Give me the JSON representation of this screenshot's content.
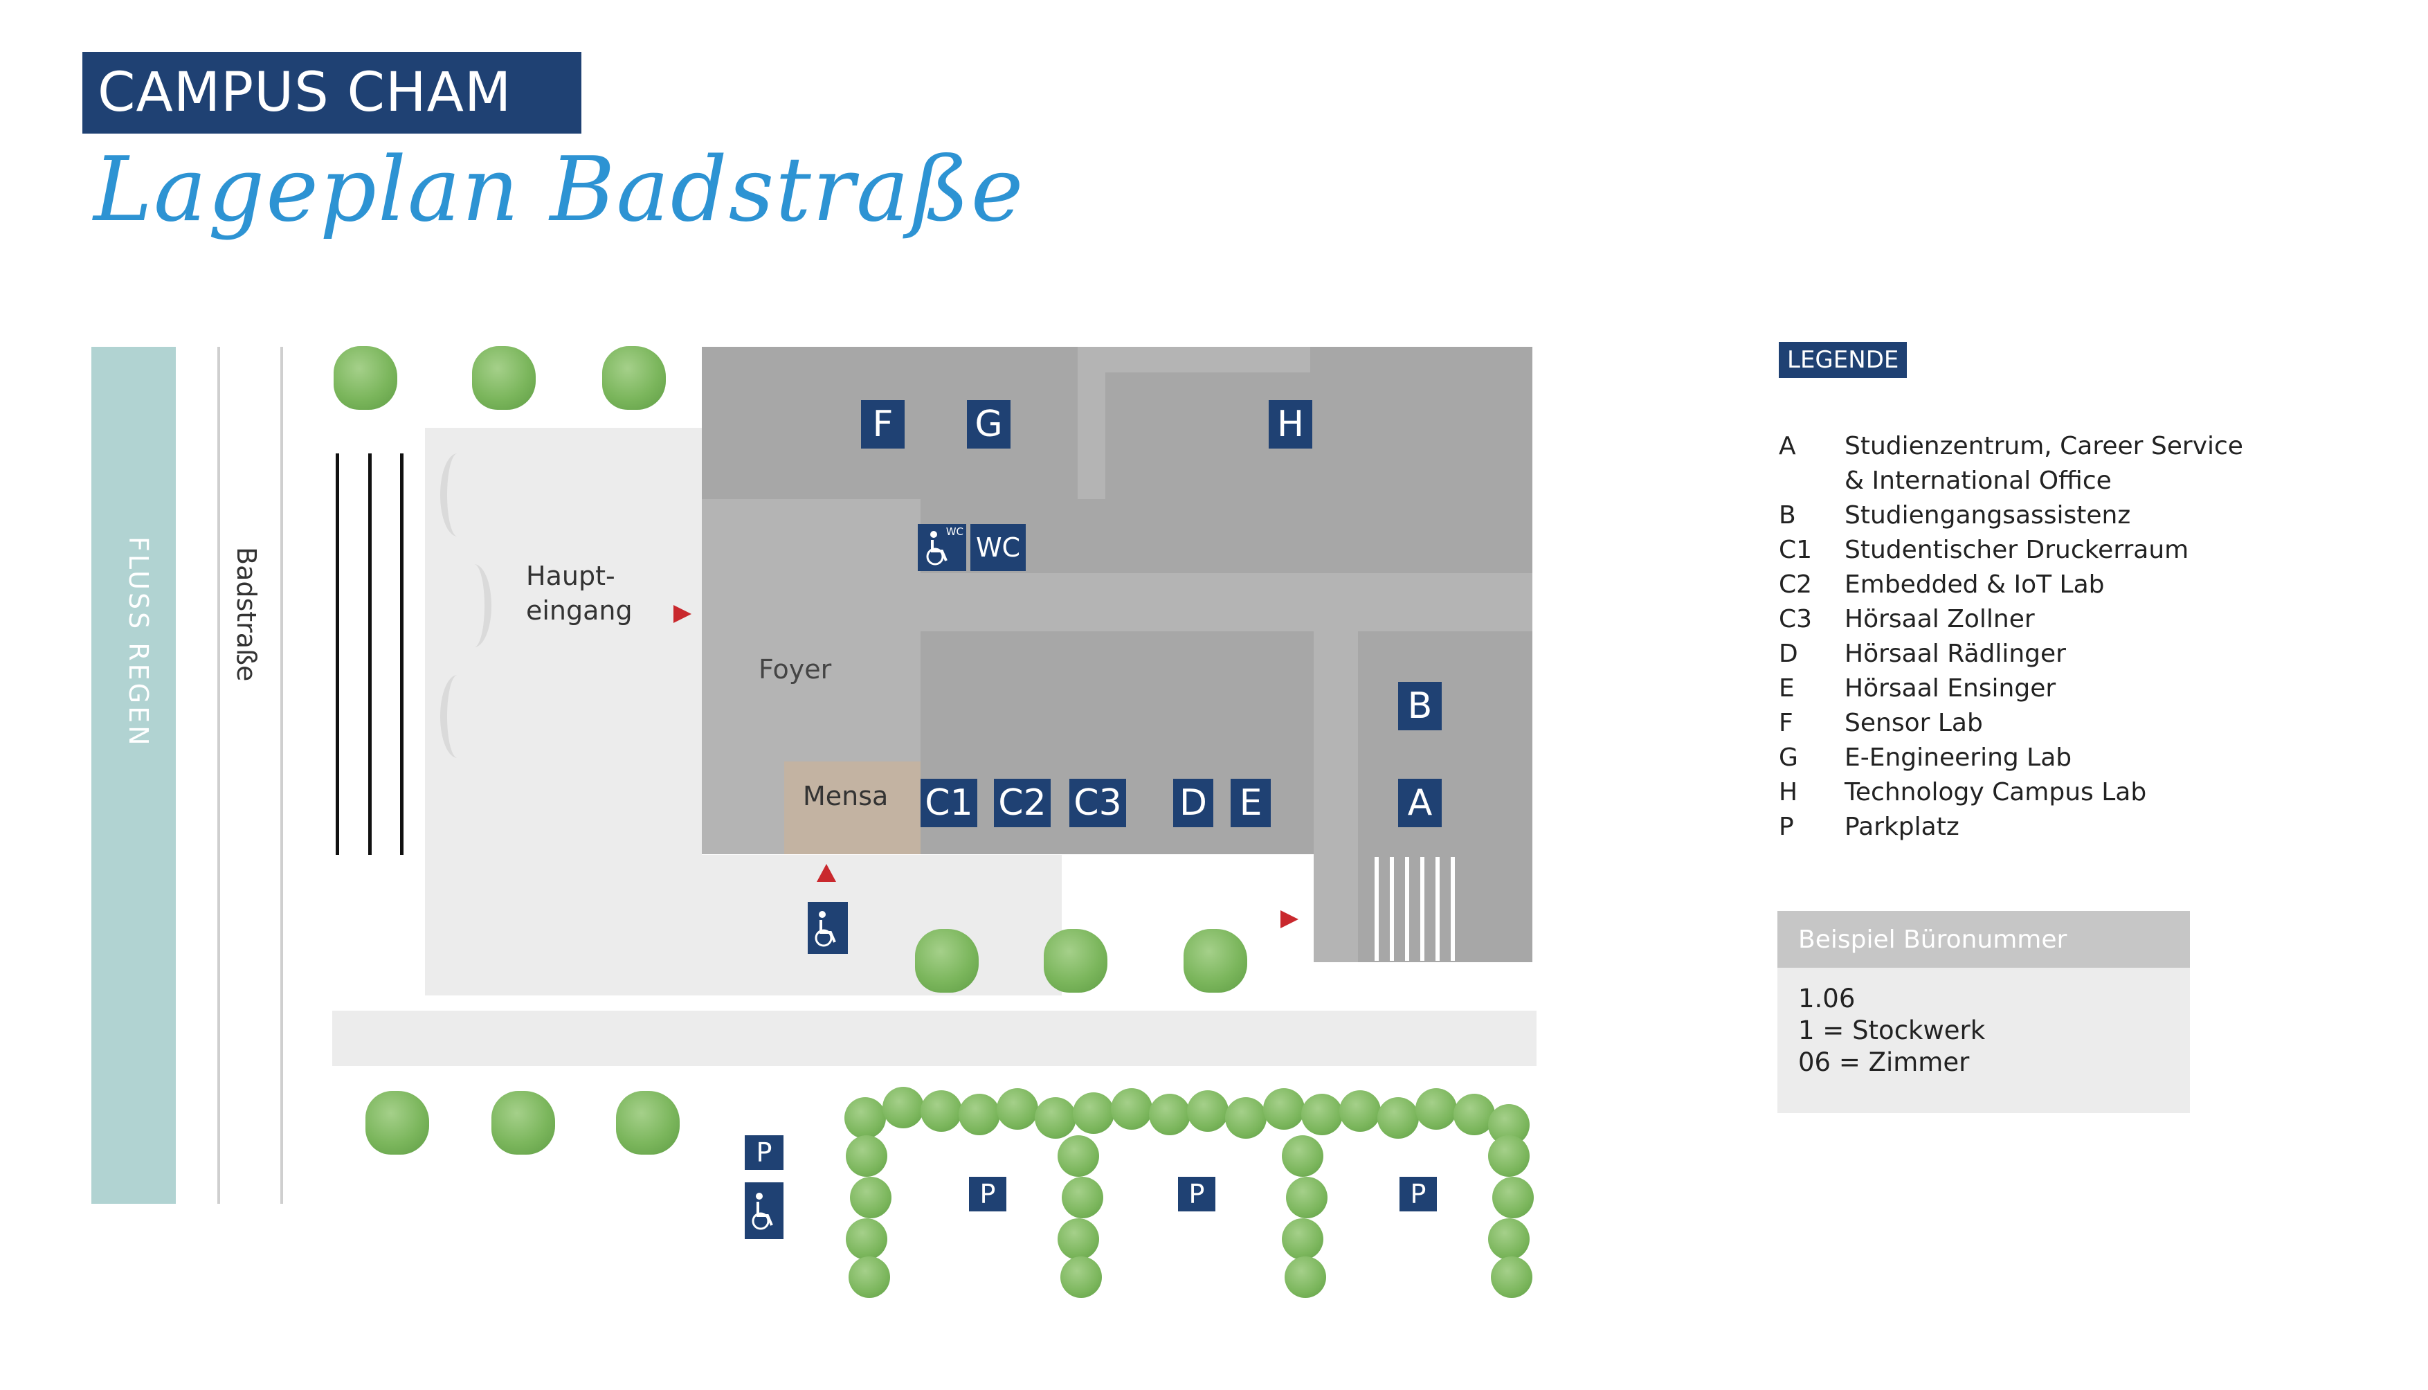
{
  "header": {
    "title": "CAMPUS CHAM",
    "subtitle": "Lageplan Badstraße"
  },
  "map": {
    "river_label": "FLUSS REGEN",
    "road_label": "Badstraße",
    "entrance_label_line1": "Haupt-",
    "entrance_label_line2": "eingang",
    "foyer_label": "Foyer",
    "mensa_label": "Mensa",
    "wc_label": "WC",
    "wc_icon_text": "WC",
    "building_labels": {
      "F": "F",
      "G": "G",
      "H": "H",
      "B": "B",
      "A": "A",
      "C1": "C1",
      "C2": "C2",
      "C3": "C3",
      "D": "D",
      "E": "E"
    },
    "parking_label": "P",
    "colors": {
      "brand_blue": "#1f4173",
      "script_blue": "#2d93d3",
      "river": "#b1d3d2",
      "tree_green": "#7bb65c",
      "arrow_red": "#c9282d"
    }
  },
  "legend": {
    "title": "LEGENDE",
    "items": [
      {
        "key": "A",
        "text": "Studienzentrum, Career Service"
      },
      {
        "key": "",
        "text": "& International Office"
      },
      {
        "key": "B",
        "text": "Studiengangsassistenz"
      },
      {
        "key": "C1",
        "text": "Studentischer Druckerraum"
      },
      {
        "key": "C2",
        "text": "Embedded & IoT Lab"
      },
      {
        "key": "C3",
        "text": "Hörsaal Zollner"
      },
      {
        "key": "D",
        "text": "Hörsaal Rädlinger"
      },
      {
        "key": "E",
        "text": "Hörsaal Ensinger"
      },
      {
        "key": "F",
        "text": "Sensor Lab"
      },
      {
        "key": "G",
        "text": "E-Engineering Lab"
      },
      {
        "key": "H",
        "text": "Technology Campus Lab"
      },
      {
        "key": "P",
        "text": "Parkplatz"
      }
    ]
  },
  "example": {
    "title": "Beispiel Büronummer",
    "line1": "1.06",
    "line2": "1 = Stockwerk",
    "line3": "06 = Zimmer"
  }
}
